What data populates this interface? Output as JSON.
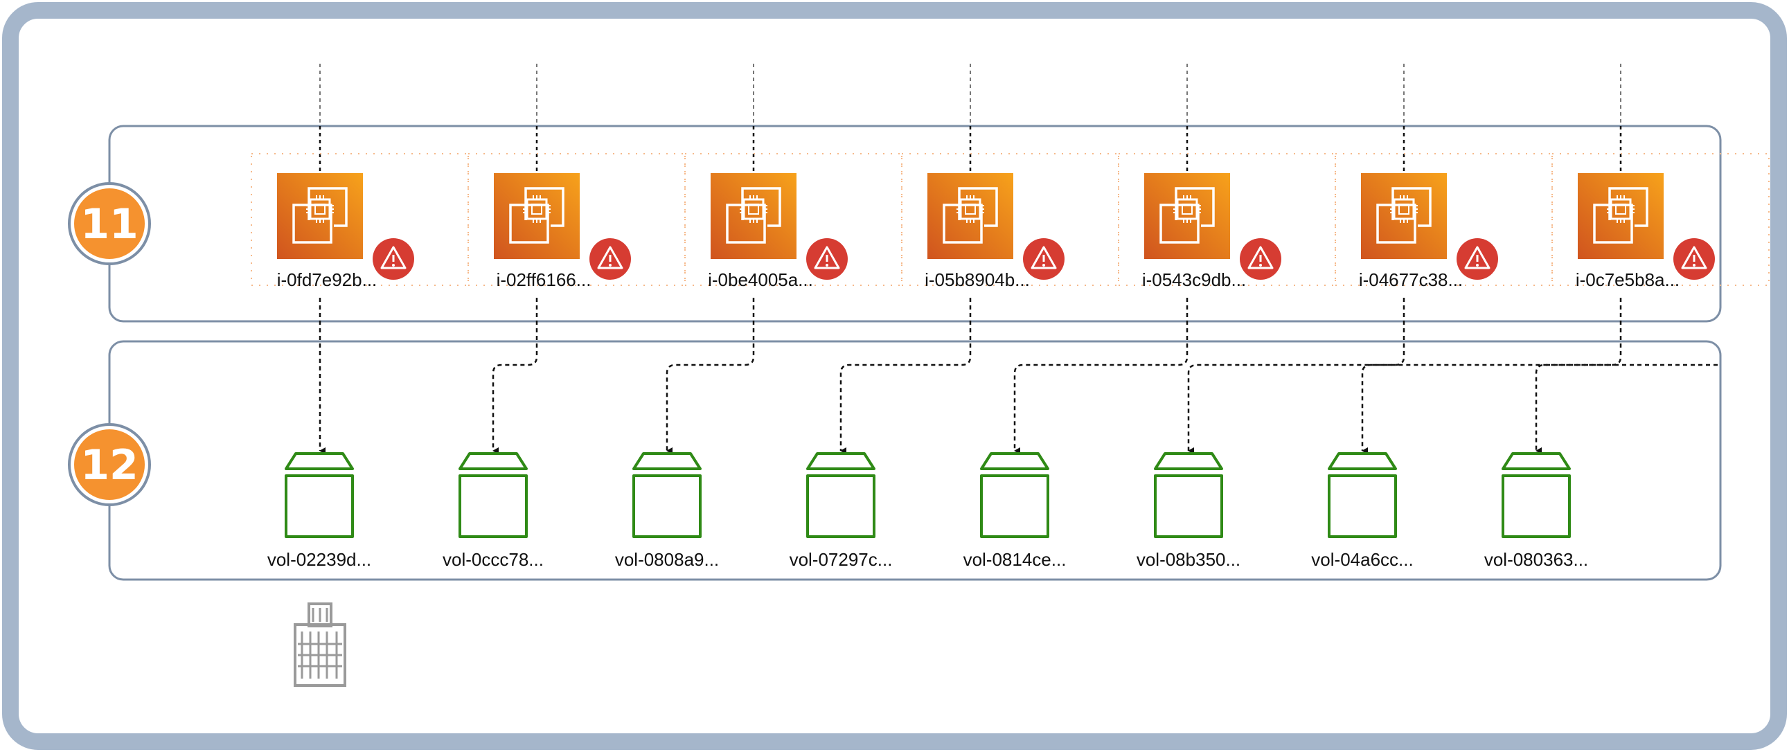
{
  "colors": {
    "frame": "#a5b6cb",
    "row_border": "#7d8fa6",
    "badge_fill": "#f5922f",
    "badge_ring": "#7d8fa6",
    "ec2_light": "#f7a21b",
    "ec2_dark": "#d0541e",
    "alert": "#d63c32",
    "volume": "#2f8a16",
    "building": "#9a9a9a",
    "group_dots": "#f6b98a"
  },
  "rows": [
    {
      "number": "11",
      "kind": "ec2-instances"
    },
    {
      "number": "12",
      "kind": "ebs-volumes"
    }
  ],
  "instances": [
    {
      "id": "i-0fd7e92b...",
      "icon": "ec2-instance-icon",
      "status_icon": "alert-icon"
    },
    {
      "id": "i-02ff6166...",
      "icon": "ec2-instance-icon",
      "status_icon": "alert-icon"
    },
    {
      "id": "i-0be4005a...",
      "icon": "ec2-instance-icon",
      "status_icon": "alert-icon"
    },
    {
      "id": "i-05b8904b...",
      "icon": "ec2-instance-icon",
      "status_icon": "alert-icon"
    },
    {
      "id": "i-0543c9db...",
      "icon": "ec2-instance-icon",
      "status_icon": "alert-icon"
    },
    {
      "id": "i-04677c38...",
      "icon": "ec2-instance-icon",
      "status_icon": "alert-icon"
    },
    {
      "id": "i-0c7e5b8a...",
      "icon": "ec2-instance-icon",
      "status_icon": "alert-icon"
    }
  ],
  "volumes": [
    {
      "id": "vol-02239d...",
      "icon": "ebs-volume-icon"
    },
    {
      "id": "vol-0ccc78...",
      "icon": "ebs-volume-icon"
    },
    {
      "id": "vol-0808a9...",
      "icon": "ebs-volume-icon"
    },
    {
      "id": "vol-07297c...",
      "icon": "ebs-volume-icon"
    },
    {
      "id": "vol-0814ce...",
      "icon": "ebs-volume-icon"
    },
    {
      "id": "vol-08b350...",
      "icon": "ebs-volume-icon"
    },
    {
      "id": "vol-04a6cc...",
      "icon": "ebs-volume-icon"
    },
    {
      "id": "vol-080363...",
      "icon": "ebs-volume-icon"
    }
  ],
  "footer_icon": "building-icon"
}
